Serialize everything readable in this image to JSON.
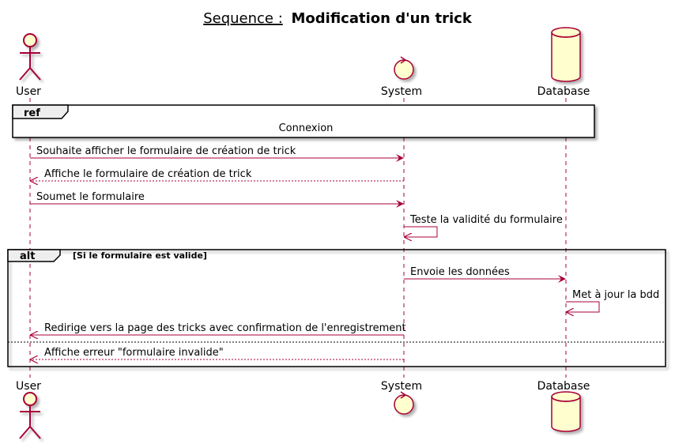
{
  "title": {
    "prefix": "Sequence :",
    "main": "Modification d'un trick"
  },
  "participants": [
    {
      "id": "user",
      "label": "User",
      "kind": "actor"
    },
    {
      "id": "system",
      "label": "System",
      "kind": "control"
    },
    {
      "id": "database",
      "label": "Database",
      "kind": "database"
    }
  ],
  "ref": {
    "tag": "ref",
    "text": "Connexion"
  },
  "messages": [
    {
      "text": "Souhaite afficher le formulaire de création de trick"
    },
    {
      "text": "Affiche le formulaire de création de trick"
    },
    {
      "text": "Soumet le formulaire"
    },
    {
      "text": "Teste la validité du formulaire"
    },
    {
      "text": "Envoie les données"
    },
    {
      "text": "Met à jour la bdd"
    },
    {
      "text": "Redirige vers la page des tricks avec confirmation de l'enregistrement"
    },
    {
      "text": "Affiche erreur \"formulaire invalide\""
    }
  ],
  "alt": {
    "tag": "alt",
    "condition": "[Si le formulaire est valide]"
  },
  "colors": {
    "line": "#a80036",
    "fill": "#fefece",
    "frame_fill": "#eeeeee"
  }
}
